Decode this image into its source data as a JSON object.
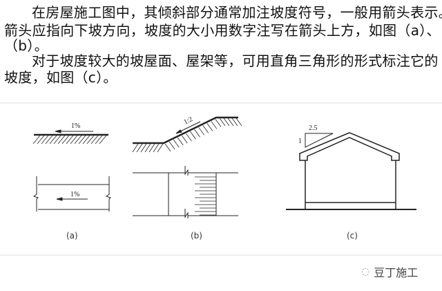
{
  "paragraphs": [
    {
      "lines": [
        "在房屋施工图中，其倾斜部分通常加注坡度符号，一般用箭头表示。",
        "箭头应指向下坡方向，坡度的大小用数字注写在箭头上方，如图（a）、",
        "（b）。"
      ]
    },
    {
      "lines": [
        "对于坡度较大的坡屋面、屋架等，可用直角三角形的形式标注它的",
        "坡度，如图（c）。"
      ]
    }
  ],
  "figure": {
    "a": {
      "top_label": "1%",
      "bottom_label": "1%",
      "caption": "(a)"
    },
    "b": {
      "slope_label": "1:2",
      "caption": "(b)"
    },
    "c": {
      "run_label": "2.5",
      "rise_label": "1",
      "caption": "(c)"
    }
  },
  "watermark": {
    "text": "豆丁施工",
    "icon": "wechat-icon"
  }
}
